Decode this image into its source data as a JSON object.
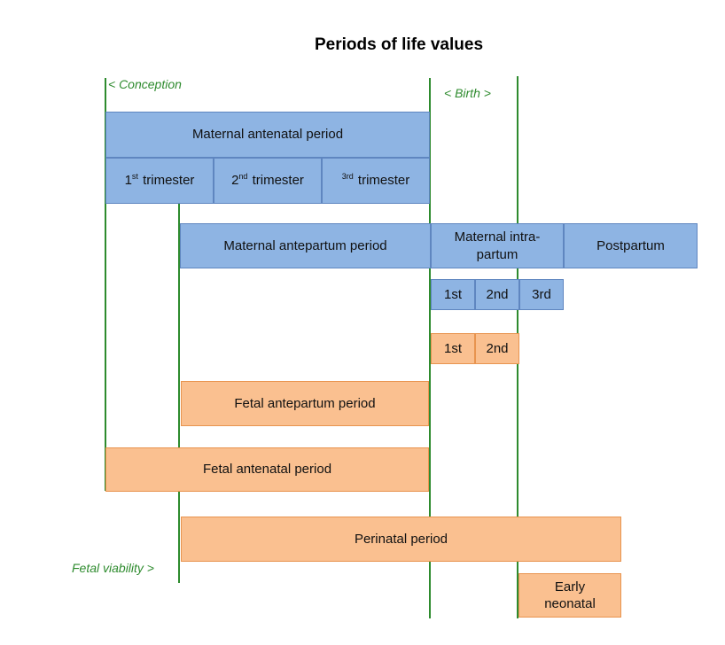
{
  "title": "Periods of life values",
  "colors": {
    "blue": "#8eb4e3",
    "blue_border": "#5f86c0",
    "orange": "#fac090",
    "orange_border": "#e8944f",
    "green": "#2e8b2e"
  },
  "markers": {
    "conception": "< Conception",
    "birth": "< Birth >",
    "fetal_viability": "Fetal viability >"
  },
  "maternal": {
    "antenatal": "Maternal antenatal period",
    "trimesters": [
      {
        "ordinal": "1",
        "suffix": "st",
        "label": " trimester"
      },
      {
        "ordinal": "2",
        "suffix": "nd",
        "label": " trimester"
      },
      {
        "ordinal": "",
        "suffix": "3rd",
        "label": " trimester"
      }
    ],
    "antepartum": "Maternal antepartum period",
    "intrapartum": "Maternal intra-\npartum",
    "postpartum": "Postpartum",
    "intrapartum_stages": [
      "1st",
      "2nd",
      "3rd"
    ]
  },
  "fetal": {
    "intrapartum_stages": [
      "1st",
      "2nd"
    ],
    "antepartum": "Fetal antepartum period",
    "antenatal": "Fetal antenatal period",
    "perinatal": "Perinatal period",
    "early_neonatal": "Early\nneonatal"
  }
}
